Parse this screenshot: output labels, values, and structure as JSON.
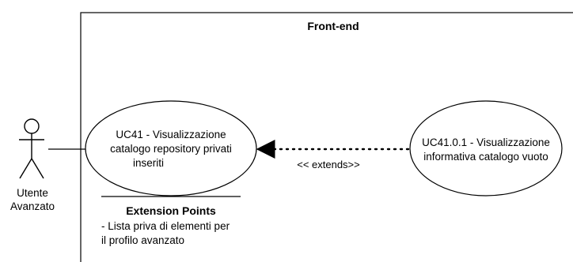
{
  "system": {
    "title": "Front-end"
  },
  "actor": {
    "name_line1": "Utente",
    "name_line2": "Avanzato"
  },
  "use_cases": {
    "main": {
      "line1": "UC41 - Visualizzazione",
      "line2": "catalogo repository privati",
      "line3": "inseriti"
    },
    "extension": {
      "line1": "UC41.0.1 - Visualizzazione",
      "line2": "informativa catalogo vuoto"
    }
  },
  "relation": {
    "label": "<< extends>>"
  },
  "extension_points": {
    "title": "Extension Points",
    "line1": "- Lista priva di elementi per",
    "line2": "il profilo avanzato"
  }
}
